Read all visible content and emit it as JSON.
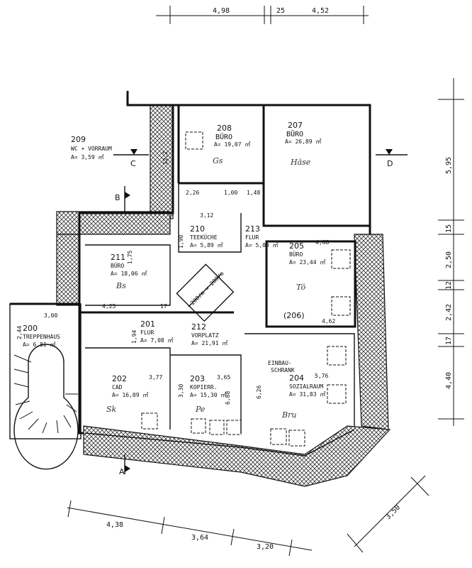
{
  "dimensions": {
    "top": [
      "4,98",
      "25",
      "4,52"
    ],
    "right": [
      "5,95",
      "15",
      "2,50",
      "12",
      "2,42",
      "17",
      "4,40"
    ],
    "bottom": [
      "4,38",
      "3,64",
      "3,20"
    ],
    "bottom_right": "3,50"
  },
  "section_marks": [
    "C",
    "D",
    "B",
    "A"
  ],
  "rooms": [
    {
      "num": "208",
      "name": "BÜRO",
      "area": "A= 19,07 ㎡",
      "note": "Gs"
    },
    {
      "num": "207",
      "name": "BÜRO",
      "area": "A= 26,89 ㎡",
      "note": "Häse"
    },
    {
      "num": "209",
      "name": "WC + VORRAUM",
      "area": "A= 3,59 ㎡"
    },
    {
      "num": "210",
      "name": "TEEKÜCHE",
      "area": "A= 5,89 ㎡"
    },
    {
      "num": "213",
      "name": "FLUR",
      "area": "A= 5,00 ㎡"
    },
    {
      "num": "211",
      "name": "BÜRO",
      "area": "A= 18,06 ㎡",
      "note": "Bs"
    },
    {
      "num": "205",
      "name": "BÜRO",
      "area": "A= 23,44 ㎡",
      "note": "Tö"
    },
    {
      "num": "(206)"
    },
    {
      "num": "200",
      "name": "TREPPENHAUS",
      "area": "A= 6,81 ㎡"
    },
    {
      "num": "201",
      "name": "FLUR",
      "area": "A= 7,08 ㎡"
    },
    {
      "num": "212",
      "name": "VORPLATZ",
      "area": "A= 21,91 ㎡"
    },
    {
      "num": "202",
      "name": "CAD",
      "area": "A= 16,09 ㎡",
      "note": "Sk"
    },
    {
      "num": "203",
      "name": "KOPIERR.",
      "area": "A= 15,30 ㎡",
      "note": "Pe"
    },
    {
      "num": "204",
      "name": "SOZIALRAUM",
      "area": "A= 31,83 ㎡",
      "note": "Bru"
    }
  ],
  "inner_dims": [
    "2,26",
    "1,00",
    "1,48",
    "3,12",
    "4,68",
    "4,25",
    "17",
    "3,00",
    "4,62",
    "3,77",
    "3,65",
    "5,76",
    "2,44",
    "1,94",
    "1,75",
    "3,30",
    "6,88",
    "6,26",
    "1,90",
    "12,2"
  ],
  "misc": {
    "skylight": "200/m × 200/m",
    "einbau": "EINBAU-",
    "schrank": "SCHRANK"
  }
}
